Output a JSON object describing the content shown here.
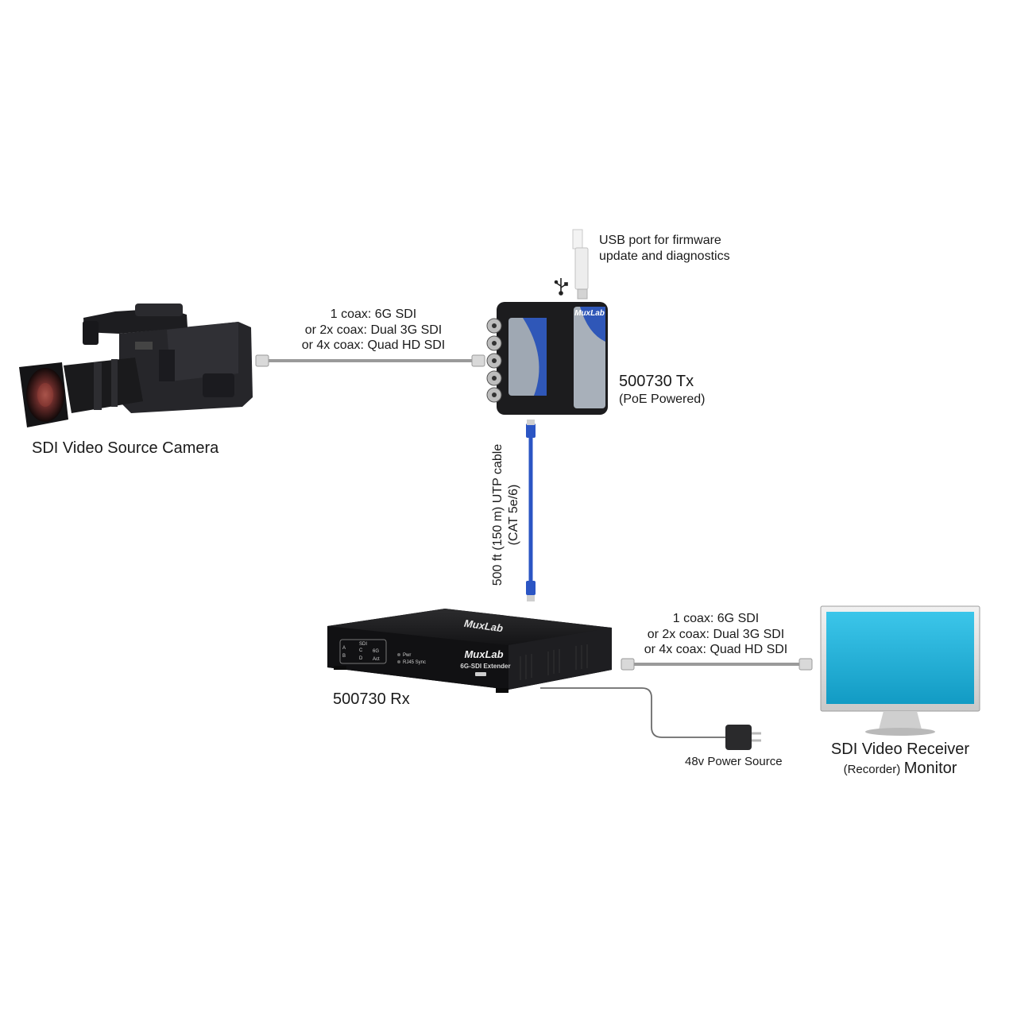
{
  "usb_note": {
    "line1": "USB port for firmware",
    "line2": "update and diagnostics"
  },
  "coax_in": {
    "line1": "1 coax: 6G SDI",
    "line2": "or 2x coax: Dual 3G SDI",
    "line3": "or 4x coax: Quad HD SDI"
  },
  "coax_out": {
    "line1": "1 coax: 6G SDI",
    "line2": "or 2x coax: Dual 3G SDI",
    "line3": "or 4x coax: Quad HD SDI"
  },
  "tx": {
    "model": "500730 Tx",
    "power": "(PoE Powered)",
    "brand": "MuxLab"
  },
  "rx": {
    "model": "500730 Rx",
    "brand": "MuxLab",
    "product": "6G-SDI Extender",
    "led_pwr": "Pwr",
    "led_sync": "RJ45 Sync",
    "sdi": "SDI",
    "led_6g": "6G",
    "led_act": "Act",
    "led_a": "A",
    "led_b": "B",
    "led_c": "C",
    "led_d": "D"
  },
  "camera": {
    "caption": "SDI Video Source Camera"
  },
  "cable": {
    "line1": "500 ft (150 m) UTP cable",
    "line2": "(CAT 5e/6)"
  },
  "monitor": {
    "line1": "SDI Video Receiver",
    "line2_small": "(Recorder)",
    "line2_big": "Monitor"
  },
  "power": {
    "caption": "48v Power Source"
  },
  "colors": {
    "cat_cable": "#2b55c4",
    "monitor_screen": "#1eb4dc",
    "device_body": "#1c1c1e",
    "tx_stripe": "#2f57b8"
  }
}
